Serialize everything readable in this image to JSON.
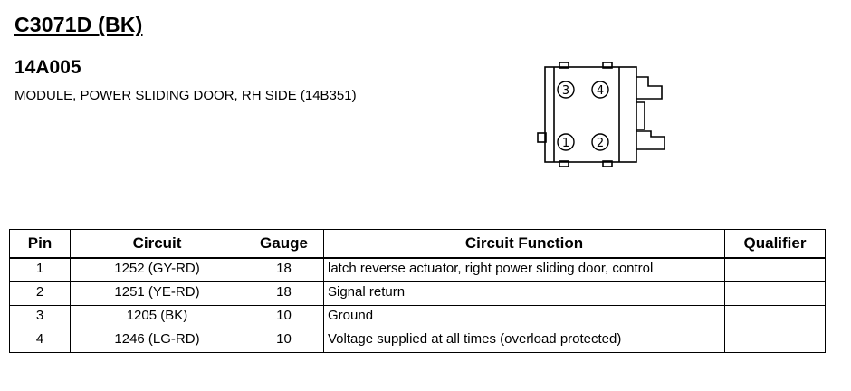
{
  "connector_id": "C3071D (BK)",
  "part_number": "14A005",
  "description": "MODULE, POWER SLIDING DOOR, RH SIDE (14B351)",
  "diagram": {
    "pin_labels": [
      "①",
      "②",
      "③",
      "④"
    ]
  },
  "table": {
    "headers": [
      "Pin",
      "Circuit",
      "Gauge",
      "Circuit Function",
      "Qualifier"
    ],
    "rows": [
      {
        "pin": "1",
        "circuit": "1252 (GY-RD)",
        "gauge": "18",
        "function": "latch reverse actuator, right power sliding door, control",
        "qualifier": ""
      },
      {
        "pin": "2",
        "circuit": "1251 (YE-RD)",
        "gauge": "18",
        "function": "Signal return",
        "qualifier": ""
      },
      {
        "pin": "3",
        "circuit": "1205 (BK)",
        "gauge": "10",
        "function": "Ground",
        "qualifier": ""
      },
      {
        "pin": "4",
        "circuit": "1246 (LG-RD)",
        "gauge": "10",
        "function": "Voltage supplied at all times (overload protected)",
        "qualifier": ""
      }
    ]
  }
}
